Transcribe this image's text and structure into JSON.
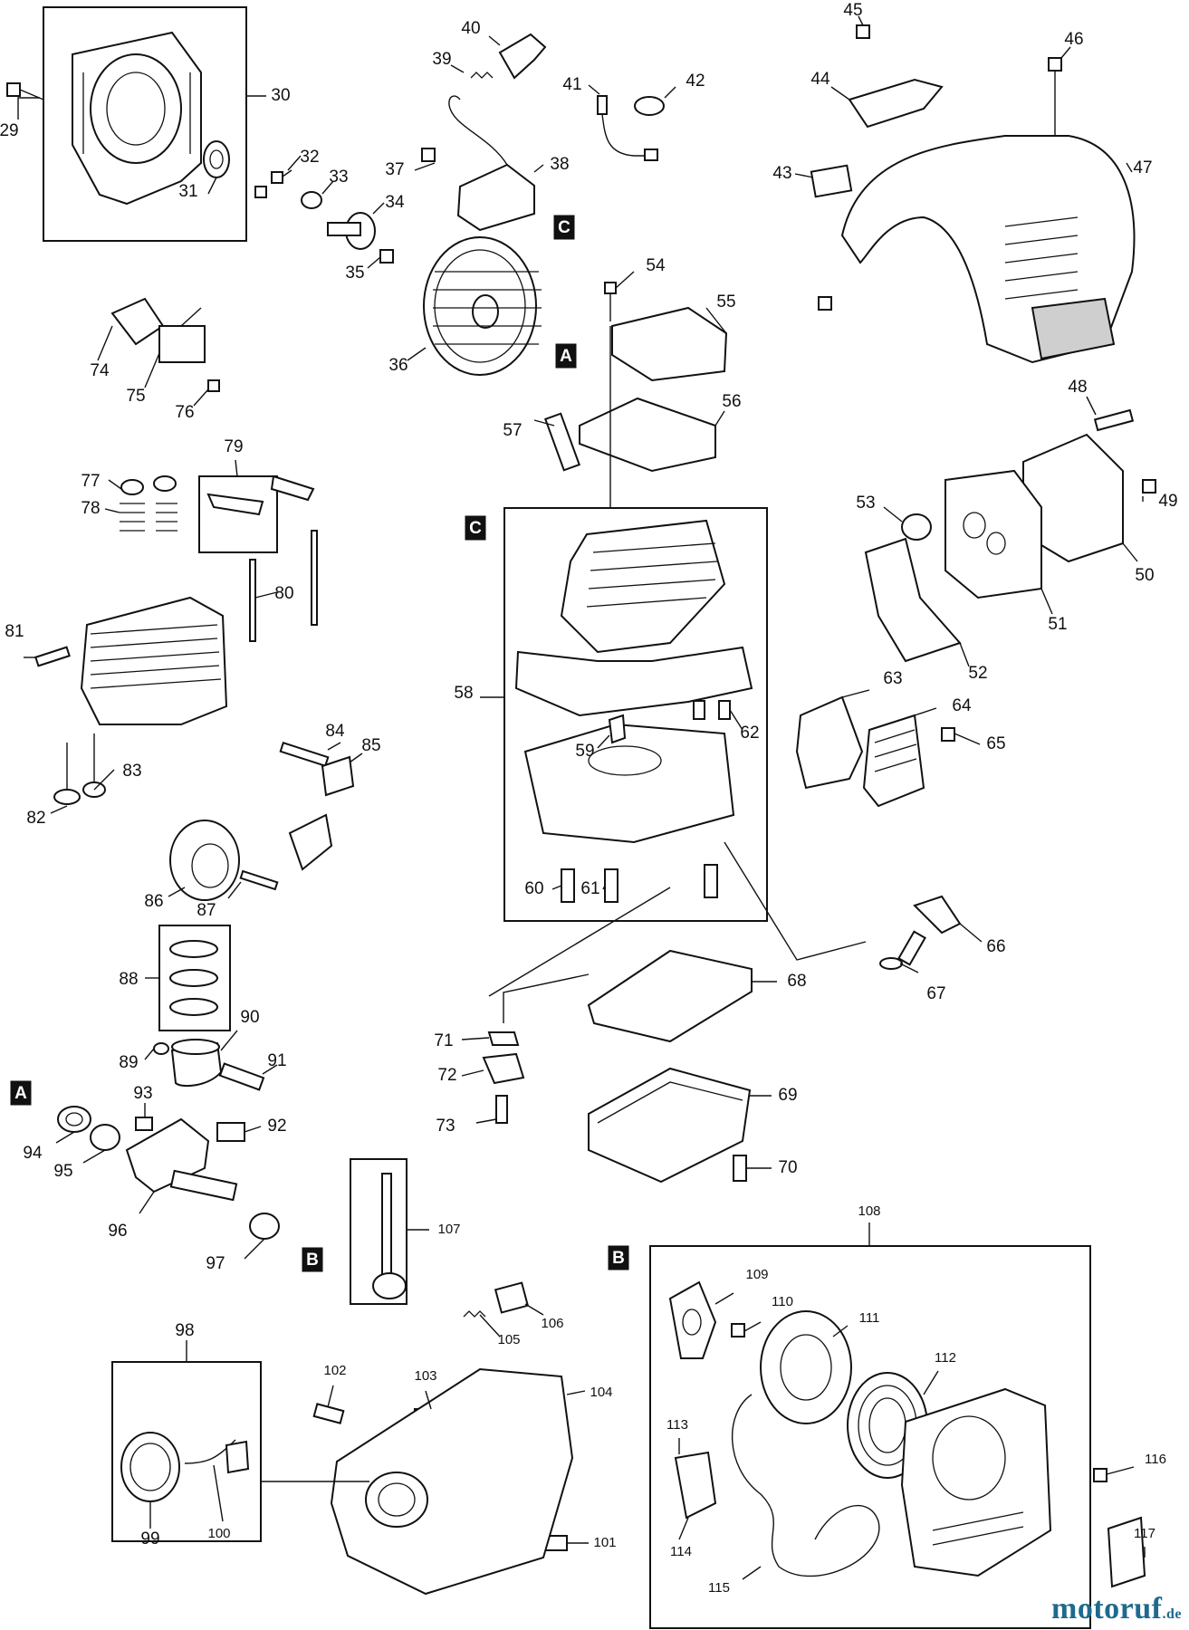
{
  "diagram": {
    "part_numbers": [
      "29",
      "30",
      "31",
      "32",
      "33",
      "34",
      "35",
      "36",
      "37",
      "38",
      "39",
      "40",
      "41",
      "42",
      "43",
      "44",
      "45",
      "46",
      "47",
      "48",
      "49",
      "50",
      "51",
      "52",
      "53",
      "54",
      "55",
      "56",
      "57",
      "58",
      "59",
      "60",
      "61",
      "62",
      "63",
      "64",
      "65",
      "66",
      "67",
      "68",
      "69",
      "70",
      "71",
      "72",
      "73",
      "74",
      "75",
      "76",
      "77",
      "78",
      "79",
      "80",
      "81",
      "82",
      "83",
      "84",
      "85",
      "86",
      "87",
      "88",
      "89",
      "90",
      "91",
      "92",
      "93",
      "94",
      "95",
      "96",
      "97",
      "98",
      "99",
      "100",
      "101",
      "102",
      "103",
      "104",
      "105",
      "106",
      "107",
      "108",
      "109",
      "110",
      "111",
      "112",
      "113",
      "114",
      "115",
      "116",
      "117"
    ],
    "reference_markers": [
      "A",
      "B",
      "C"
    ]
  },
  "watermark": {
    "brand_main": "motoruf",
    "brand_suffix": ".de"
  }
}
